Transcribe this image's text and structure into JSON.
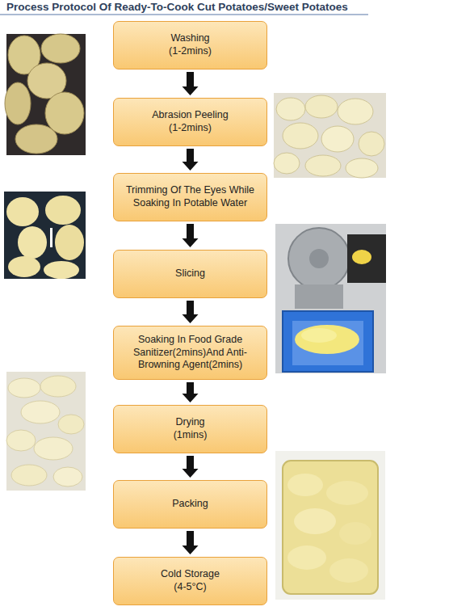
{
  "diagram": {
    "title": "Process Protocol Of Ready-To-Cook Cut Potatoes/Sweet Potatoes",
    "nodes": [
      {
        "text": [
          "Washing",
          "(1-2mins)"
        ]
      },
      {
        "text": [
          "Abrasion Peeling",
          "(1-2mins)"
        ]
      },
      {
        "text": [
          "Trimming Of The Eyes While Soaking In Potable Water"
        ]
      },
      {
        "text": [
          "Slicing"
        ]
      },
      {
        "text": [
          "Soaking In Food Grade Sanitizer(2mins)And Anti-Browning Agent(2mins)"
        ]
      },
      {
        "text": [
          "Drying",
          "(1mins)"
        ]
      },
      {
        "text": [
          "Packing"
        ]
      },
      {
        "text": [
          "Cold Storage",
          "(4-5°C)"
        ]
      }
    ],
    "edges": [
      {
        "from": 0,
        "to": 1,
        "arrow": "to"
      },
      {
        "from": 1,
        "to": 2,
        "arrow": "to"
      },
      {
        "from": 2,
        "to": 3,
        "arrow": "to"
      },
      {
        "from": 3,
        "to": 4,
        "arrow": "to"
      },
      {
        "from": 4,
        "to": 5,
        "arrow": "to"
      },
      {
        "from": 5,
        "to": 6,
        "arrow": "to"
      },
      {
        "from": 6,
        "to": 7,
        "arrow": "to"
      }
    ]
  }
}
